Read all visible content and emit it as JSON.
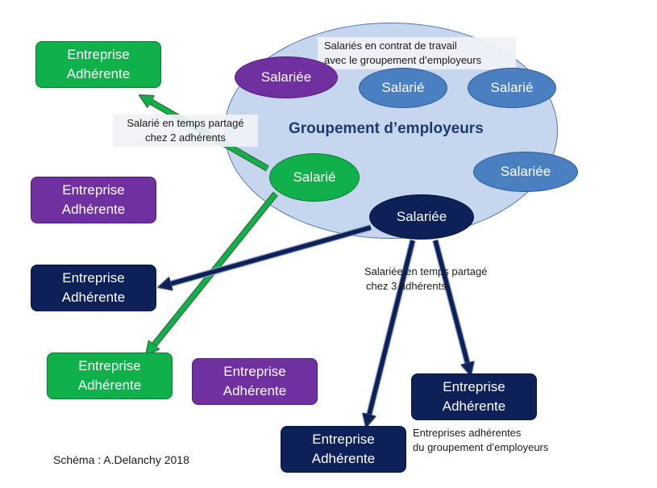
{
  "group": {
    "title": "Groupement d’employeurs",
    "callout_line1": "Salariés en contrat de travail",
    "callout_line2": "avec le groupement d’employeurs"
  },
  "employees": {
    "purple": "Salariée",
    "blue1": "Salarié",
    "blue2": "Salarié",
    "blue3": "Salariée",
    "green": "Salarié",
    "navy": "Salariée"
  },
  "companies": {
    "line1": "Entreprise",
    "line2": "Adhérente"
  },
  "annotations": {
    "green_line1": "Salarié en temps partagé",
    "green_line2": "chez 2 adhérents",
    "navy_line1": "Salariée en temps partagé",
    "navy_line2": "chez 3 adhérents",
    "members_line1": "Entreprises adhérentes",
    "members_line2": "du groupement d’employeurs"
  },
  "credit": "Schéma : A.Delanchy 2018",
  "colors": {
    "green": "#10b04b",
    "purple": "#7030a0",
    "navy": "#0d2057",
    "blue": "#4a7fc1",
    "group_fill": "#c5d6ee"
  }
}
